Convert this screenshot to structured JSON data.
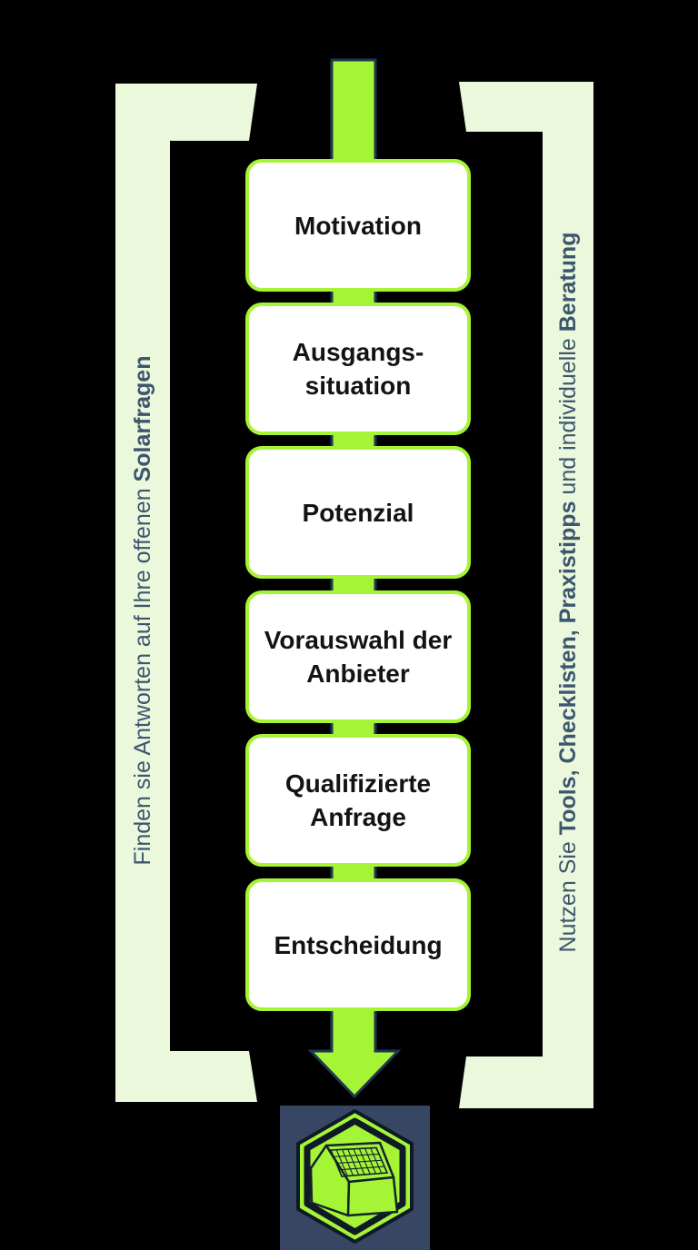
{
  "left_banner": {
    "regular": "Finden sie Antworten auf Ihre offenen ",
    "bold": "Solarfragen"
  },
  "right_banner": {
    "regular1": "Nutzen Sie ",
    "bold1": "Tools, Checklisten, Praxistipps",
    "regular2": " und individuelle ",
    "bold2": "Beratung"
  },
  "flow": {
    "steps": [
      {
        "label": "Motivation"
      },
      {
        "label": "Ausgangs-\nsituation"
      },
      {
        "label": "Potenzial"
      },
      {
        "label": "Vorauswahl der\nAnbieter"
      },
      {
        "label": "Qualifizierte\nAnfrage"
      },
      {
        "label": "Entscheidung"
      }
    ]
  },
  "icons": {
    "footer_icon": "solar-house-hexagon-icon"
  },
  "colors": {
    "background": "#000000",
    "accent_green": "#A6F436",
    "pale_green": "#EBF8DC",
    "banner_text_navy": "#3C566E",
    "arrow_outline_navy": "#1C3850",
    "footer_square_navy": "#364663",
    "box_fill": "#FFFFFF",
    "box_text": "#111416"
  }
}
